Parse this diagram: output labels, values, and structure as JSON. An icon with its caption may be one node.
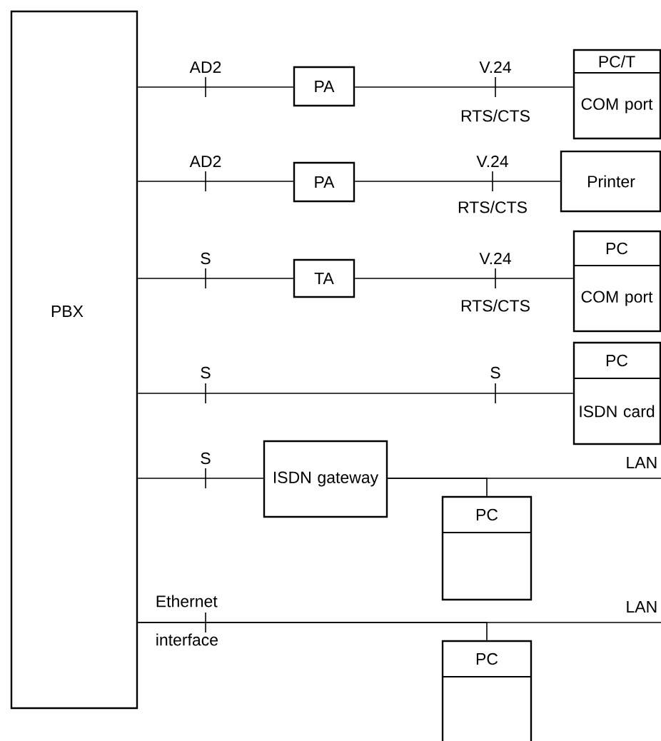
{
  "diagram": {
    "nodes": [
      {
        "text": [
          "PBX"
        ]
      },
      {
        "text": [
          "PA"
        ]
      },
      {
        "text": [
          "PC/T",
          "COM port"
        ]
      },
      {
        "text": [
          "PA"
        ]
      },
      {
        "text": [
          "Printer"
        ]
      },
      {
        "text": [
          "TA"
        ]
      },
      {
        "text": [
          "PC",
          "COM port"
        ]
      },
      {
        "text": [
          "PC",
          "ISDN card"
        ]
      },
      {
        "text": [
          "ISDN gateway"
        ]
      },
      {
        "text": [
          "PC"
        ]
      },
      {
        "text": [
          "PC"
        ]
      }
    ],
    "edges": [
      {
        "from": 0,
        "to": 1,
        "arrow": "none"
      },
      {
        "from": 1,
        "to": 2,
        "arrow": "none"
      },
      {
        "from": 0,
        "to": 3,
        "arrow": "none"
      },
      {
        "from": 3,
        "to": 4,
        "arrow": "none"
      },
      {
        "from": 0,
        "to": 5,
        "arrow": "none"
      },
      {
        "from": 5,
        "to": 6,
        "arrow": "none"
      },
      {
        "from": 0,
        "to": 7,
        "arrow": "none"
      },
      {
        "from": 0,
        "to": 8,
        "arrow": "none"
      },
      {
        "from": 8,
        "to": null,
        "arrow": "none",
        "label": "LAN"
      },
      {
        "from": 8,
        "to": 9,
        "arrow": "none"
      },
      {
        "from": 0,
        "to": null,
        "arrow": "none",
        "label": "LAN"
      },
      {
        "from": 0,
        "to": 10,
        "arrow": "none"
      }
    ],
    "labels": [
      "AD2",
      "V.24",
      "RTS/CTS",
      "AD2",
      "V.24",
      "RTS/CTS",
      "S",
      "V.24",
      "RTS/CTS",
      "S",
      "S",
      "S",
      "Ethernet",
      "interface"
    ]
  }
}
